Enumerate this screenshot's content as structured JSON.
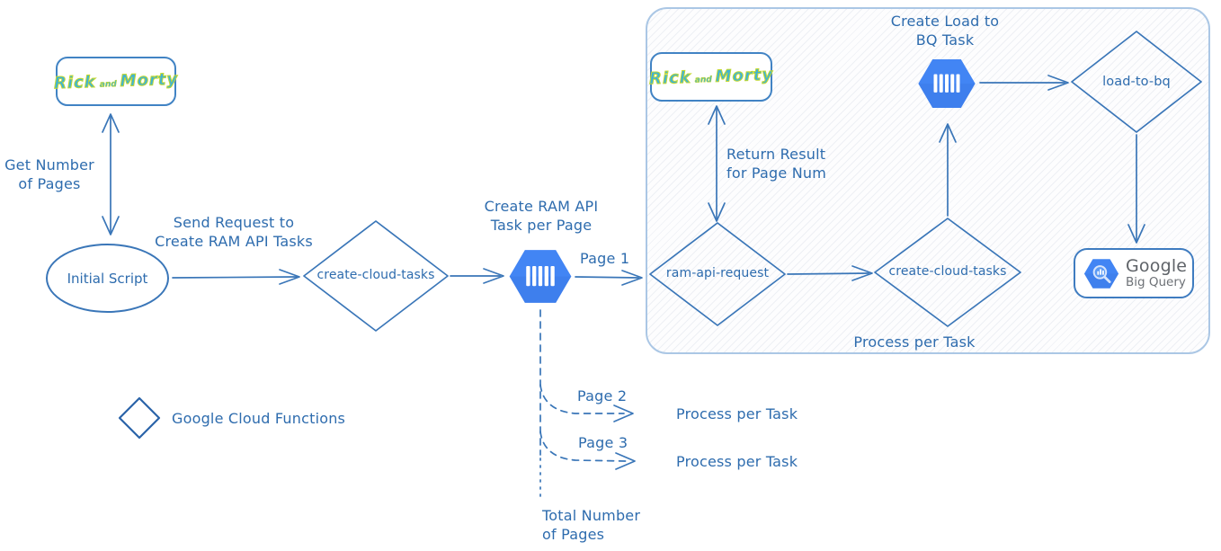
{
  "colors": {
    "line_blue": "#3a76b8",
    "text_blue": "#2e6cae",
    "google_blue": "#4285f4",
    "group_box_border": "#abc7e5",
    "ram_logo_teal": "#3fb3d4",
    "ram_logo_green": "#c3d82e",
    "google_gray": "#5f6368"
  },
  "nodes": {
    "ram_api_top": {
      "rick": "Rick",
      "and": "and",
      "morty": "Morty"
    },
    "initial_script": "Initial Script",
    "create_cloud_tasks": "create-cloud-tasks",
    "ram_api_inner": {
      "rick": "Rick",
      "and": "and",
      "morty": "Morty"
    },
    "ram_api_request": "ram-api-request",
    "create_cloud_tasks_inner": "create-cloud-tasks",
    "load_to_bq": "load-to-bq",
    "bigquery": {
      "brand": "Google",
      "product": "Big Query"
    }
  },
  "labels": {
    "get_number_of_pages": "Get Number\nof Pages",
    "send_request": "Send Request to\nCreate RAM API Tasks",
    "create_ram_task": "Create RAM API\nTask per Page",
    "page_1": "Page 1",
    "return_result": "Return Result\nfor Page Num",
    "create_load_bq": "Create Load to\nBQ Task",
    "process_per_task_inner": "Process per Task",
    "page_2": "Page 2",
    "process_per_task_2": "Process per Task",
    "page_3": "Page 3",
    "process_per_task_3": "Process per Task",
    "total_number_of_pages": "Total Number\nof Pages",
    "legend_gcf": "Google Cloud Functions"
  },
  "icons": {
    "cloud_tasks": "blue-hexagon-with-vertical-bars",
    "bigquery": "blue-hexagon-with-magnifier-chart",
    "gcf_legend": "diamond-outline"
  }
}
